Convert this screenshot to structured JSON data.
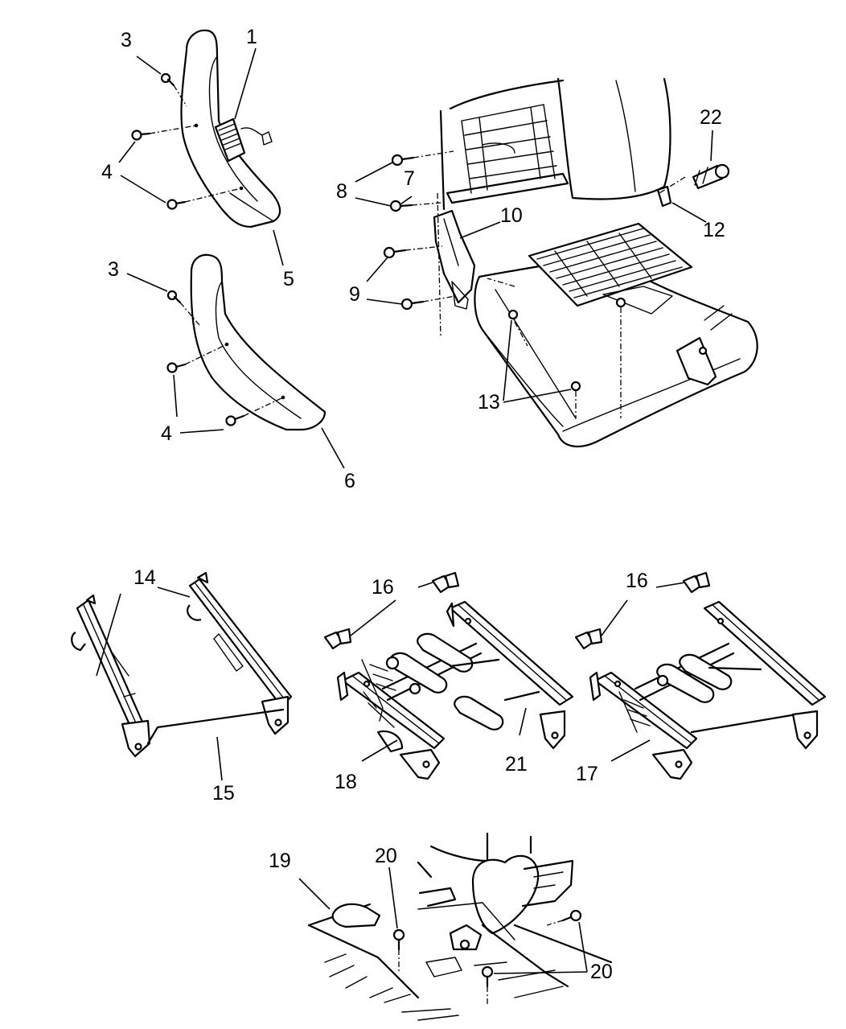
{
  "callouts": {
    "c1": "1",
    "c3a": "3",
    "c3b": "3",
    "c4a": "4",
    "c4b": "4",
    "c4c": "4",
    "c4d": "4",
    "c5": "5",
    "c6": "6",
    "c7": "7",
    "c8": "8",
    "c9": "9",
    "c10": "10",
    "c12": "12",
    "c13": "13",
    "c14": "14",
    "c15": "15",
    "c16a": "16",
    "c16b": "16",
    "c17": "17",
    "c18": "18",
    "c19": "19",
    "c20a": "20",
    "c20b": "20",
    "c21": "21",
    "c22": "22"
  },
  "colors": {
    "line": "#000000",
    "background": "#ffffff"
  }
}
